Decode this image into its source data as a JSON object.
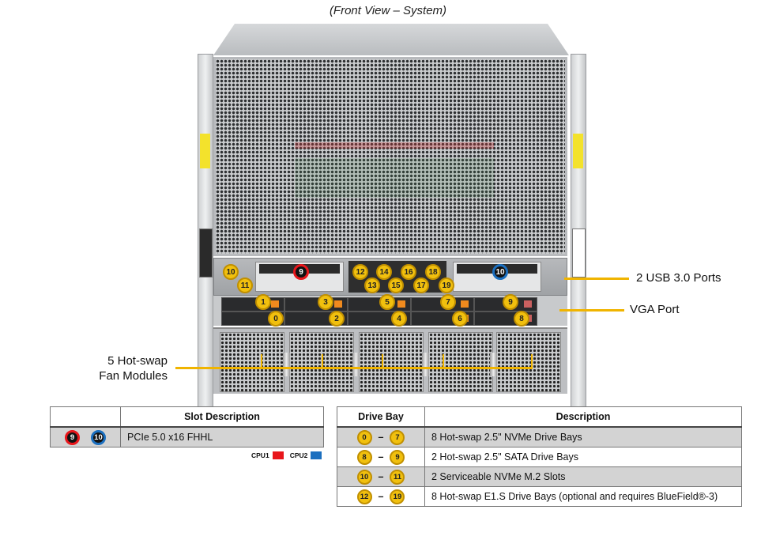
{
  "title": "(Front View – System)",
  "colors": {
    "badge": "#f1c00e",
    "cpu1": "#e8161b",
    "cpu2": "#1b6fbf",
    "callout_line": "#f0b400"
  },
  "callouts": {
    "usb": "2 USB 3.0 Ports",
    "vga": "VGA Port",
    "fans_line1": "5 Hot-swap",
    "fans_line2": "Fan Modules"
  },
  "server_badges": {
    "pcie": [
      "9",
      "10"
    ],
    "m2": [
      "10",
      "11"
    ],
    "e1s_top": [
      "12",
      "14",
      "16",
      "18"
    ],
    "e1s_bottom": [
      "13",
      "15",
      "17",
      "19"
    ],
    "drives_top": [
      "1",
      "3",
      "5",
      "7",
      "9"
    ],
    "drives_bottom": [
      "0",
      "2",
      "4",
      "6",
      "8"
    ]
  },
  "slot_table": {
    "headers": [
      "",
      "Slot Description"
    ],
    "rows": [
      {
        "badges": [
          "9",
          "10"
        ],
        "description": "PCIe 5.0 x16 FHHL"
      }
    ]
  },
  "cpu_legend": {
    "cpu1": "CPU1",
    "cpu2": "CPU2"
  },
  "drive_table": {
    "headers": [
      "Drive Bay",
      "Description"
    ],
    "rows": [
      {
        "from": "0",
        "to": "7",
        "description": "8 Hot-swap 2.5\" NVMe Drive Bays"
      },
      {
        "from": "8",
        "to": "9",
        "description": "2 Hot-swap 2.5\" SATA Drive Bays"
      },
      {
        "from": "10",
        "to": "11",
        "description": "2 Serviceable NVMe M.2 Slots"
      },
      {
        "from": "12",
        "to": "19",
        "description": "8 Hot-swap E1.S Drive Bays (optional and requires BlueField®-3)"
      }
    ]
  }
}
